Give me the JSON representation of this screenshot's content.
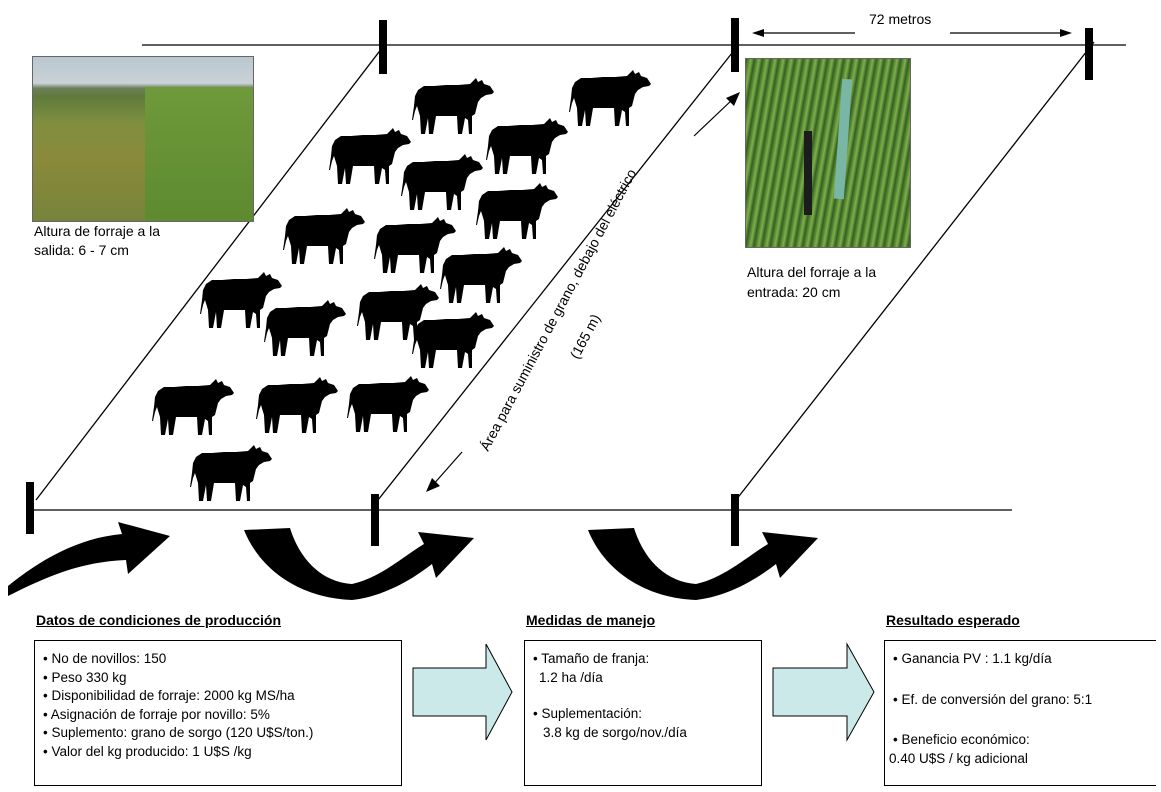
{
  "top_dimension": "72 metros",
  "photo_exit": {
    "caption_line1": "Altura de forraje a la",
    "caption_line2": "salida:  6 - 7 cm"
  },
  "photo_entry": {
    "caption_line1": "Altura del forraje a la",
    "caption_line2": "entrada: 20 cm"
  },
  "feeding_area": {
    "line1": "Área para suministro de grano, debajo del eléctrico",
    "line2": "(165 m)"
  },
  "sections": {
    "conditions": {
      "title": "Datos de condiciones de producción",
      "items": [
        "• No de novillos: 150",
        "• Peso 330 kg",
        "• Disponibilidad de forraje: 2000 kg MS/ha",
        "• Asignación de forraje por novillo: 5%",
        "• Suplemento: grano de sorgo (120 U$S/ton.)",
        "• Valor del kg producido: 1 U$S /kg"
      ]
    },
    "management": {
      "title": "Medidas de manejo",
      "item1_line1": "• Tamaño de franja:",
      "item1_line2": "1.2 ha /día",
      "item2_line1": "• Suplementación:",
      "item2_line2": "3.8 kg de sorgo/nov./día"
    },
    "results": {
      "title": "Resultado esperado",
      "item1": "• Ganancia PV : 1.1 kg/día",
      "item2": "• Ef. de conversión del grano: 5:1",
      "item3_line1": "• Beneficio económico:",
      "item3_line2": "0.40 U$S / kg adicional"
    }
  },
  "colors": {
    "arrow_fill": "#cce9ea",
    "ink": "#000000"
  }
}
